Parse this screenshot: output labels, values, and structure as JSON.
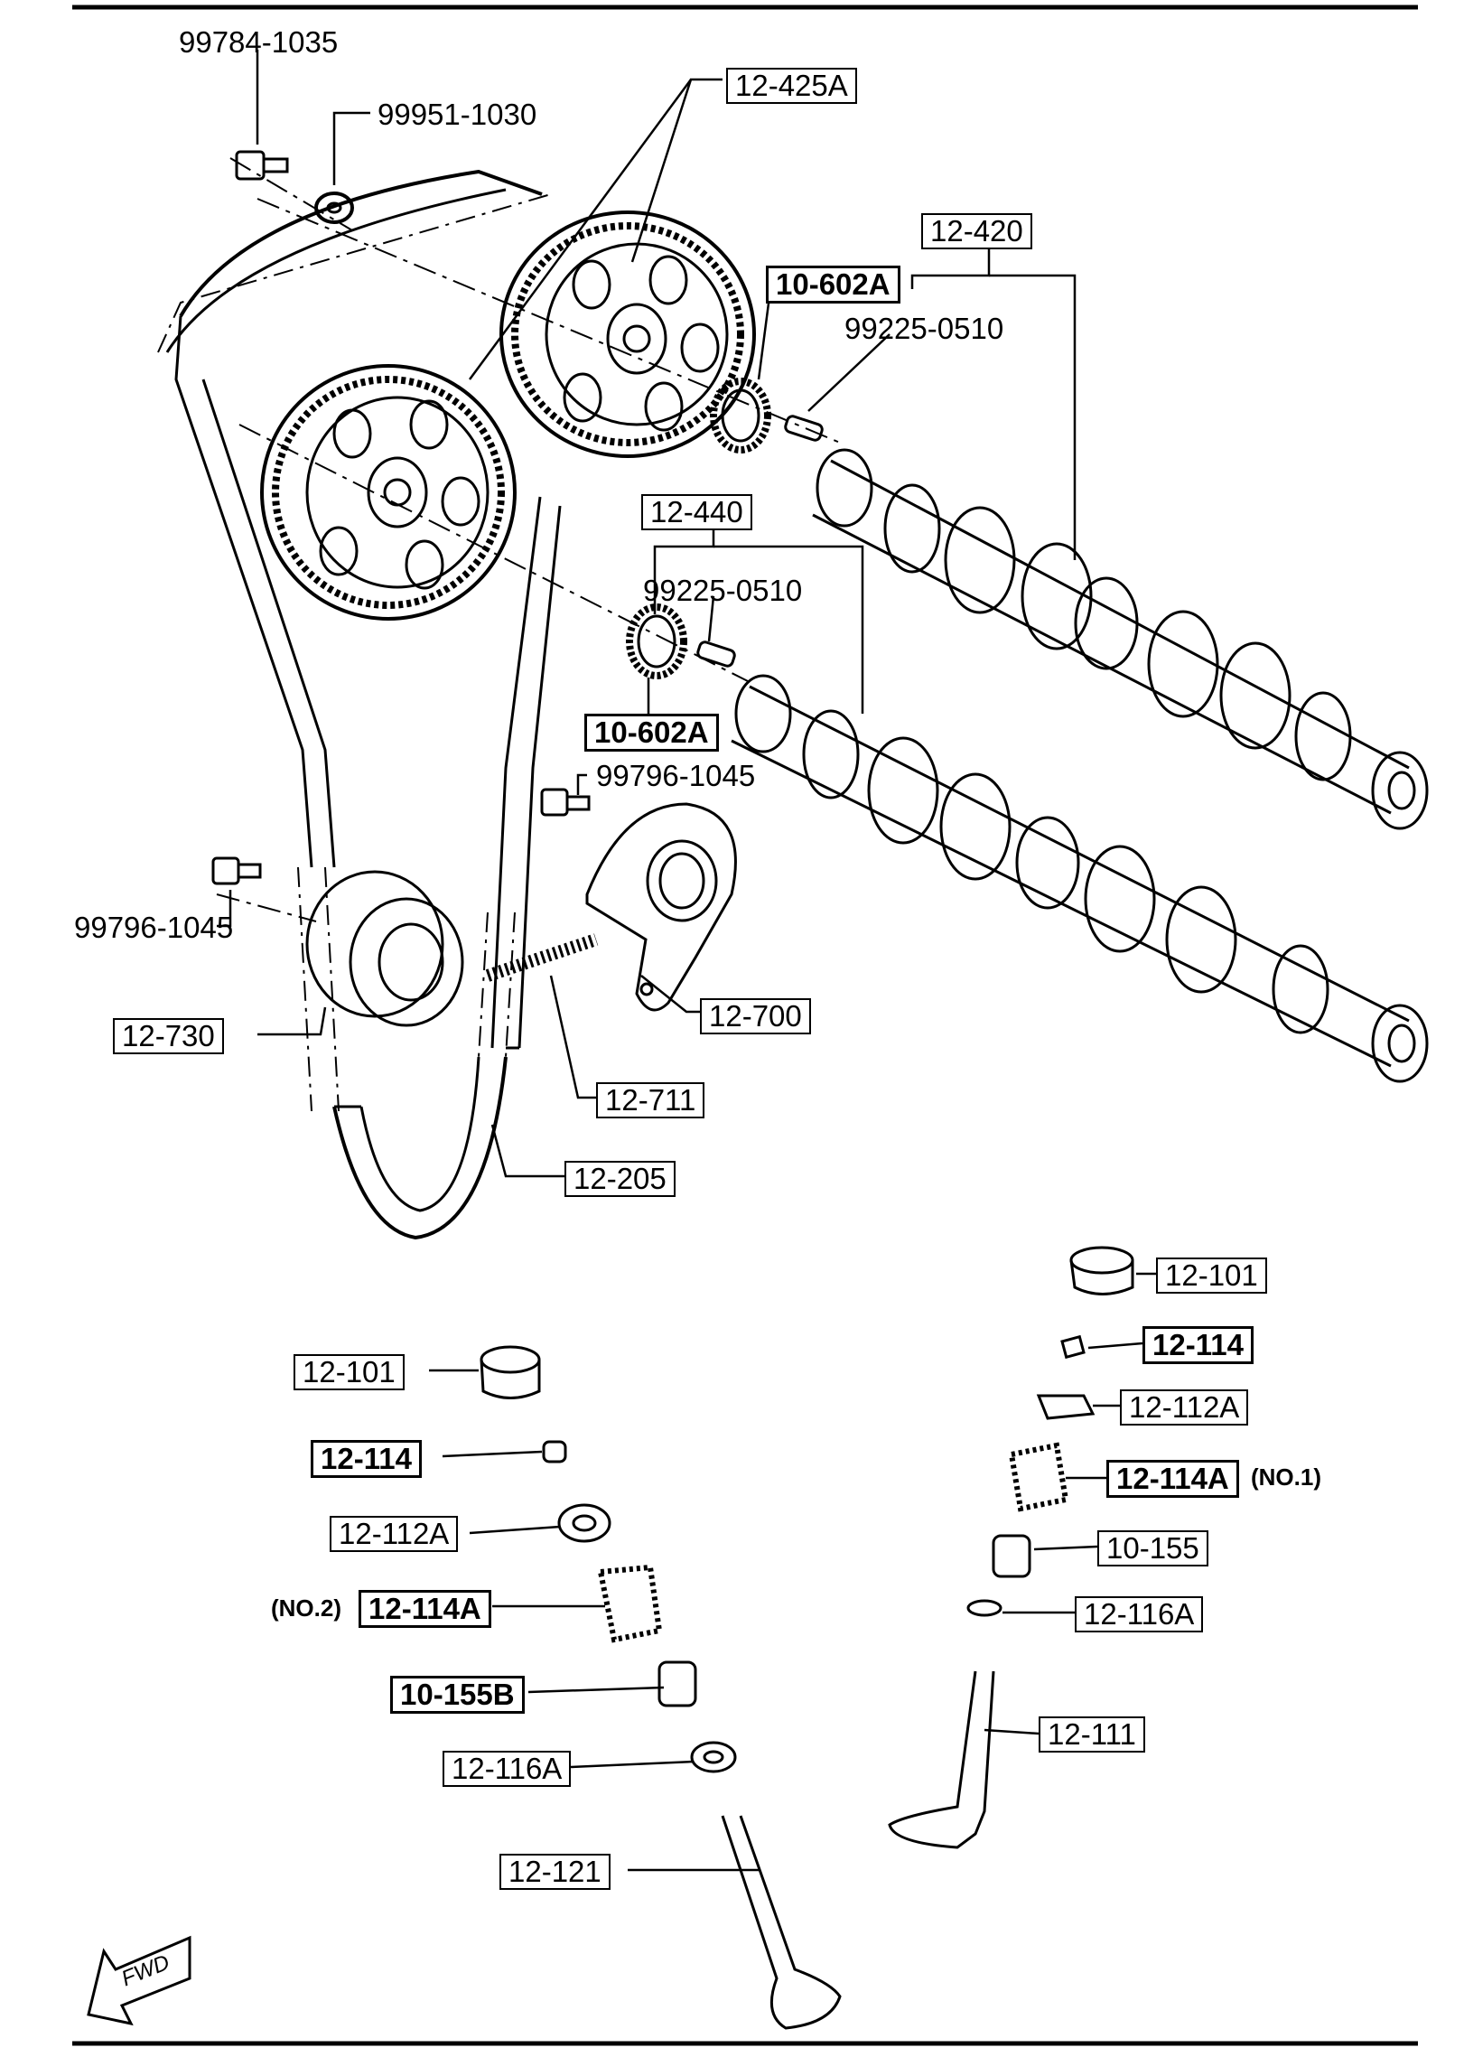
{
  "labels": {
    "bolt_cam_pulley": "99784-1035",
    "washer_cam_pulley": "99951-1030",
    "cam_pulley": "12-425A",
    "camshaft_exhaust": "12-420",
    "oil_seal_upper": "10-602A",
    "pin_upper": "99225-0510",
    "camshaft_intake": "12-440",
    "pin_lower": "99225-0510",
    "oil_seal_lower": "10-602A",
    "bolt_tensioner": "99796-1045",
    "bolt_idler": "99796-1045",
    "tensioner": "12-700",
    "idler_pulley": "12-730",
    "tensioner_spring": "12-711",
    "timing_belt": "12-205",
    "tappet_right": "12-101",
    "collet_right": "12-114",
    "upper_seat_right": "12-112A",
    "valve_spring_right": "12-114A",
    "valve_spring_right_note": "(NO.1)",
    "valve_seal_right": "10-155",
    "lower_seat_right": "12-116A",
    "valve_right": "12-111",
    "tappet_left": "12-101",
    "collet_left": "12-114",
    "upper_seat_left": "12-112A",
    "valve_spring_left": "12-114A",
    "valve_spring_left_note": "(NO.2)",
    "valve_seal_left": "10-155B",
    "lower_seat_left": "12-116A",
    "valve_left": "12-121",
    "fwd": "FWD"
  }
}
